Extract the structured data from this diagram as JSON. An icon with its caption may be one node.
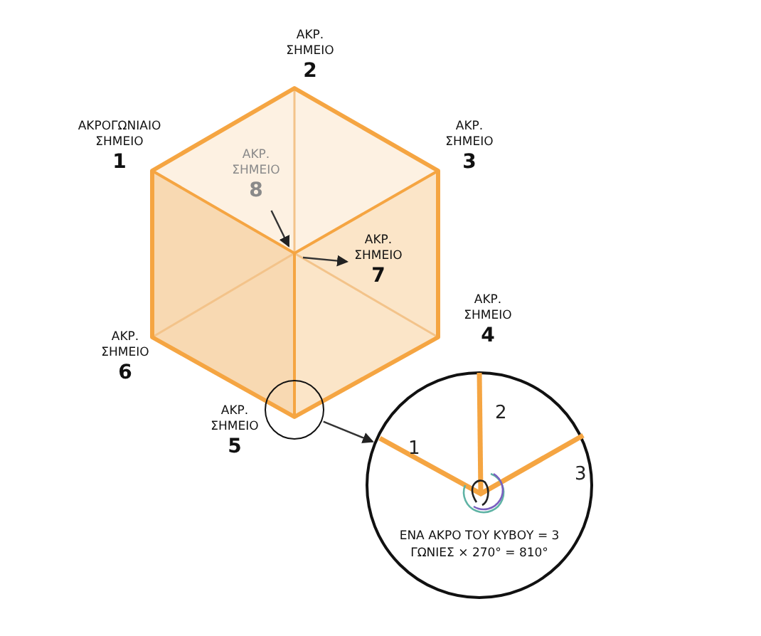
{
  "diagram": {
    "nodes": [
      {
        "text": [
          "ΑΚΡΟΓΩΝΙΑΙΟ ΣΗΜΕΙΟ",
          "1"
        ]
      },
      {
        "text": [
          "ΑΚΡ. ΣΗΜΕΙΟ",
          "2"
        ]
      },
      {
        "text": [
          "ΑΚΡ. ΣΗΜΕΙΟ",
          "3"
        ]
      },
      {
        "text": [
          "ΑΚΡ. ΣΗΜΕΙΟ",
          "8"
        ]
      },
      {
        "text": [
          "ΑΚΡ. ΣΗΜΕΙΟ",
          "7"
        ]
      },
      {
        "text": [
          "ΑΚΡ. ΣΗΜΕΙΟ",
          "4"
        ]
      },
      {
        "text": [
          "ΑΚΡ. ΣΗΜΕΙΟ",
          "6"
        ]
      },
      {
        "text": [
          "ΑΚΡ. ΣΗΜΕΙΟ",
          "5"
        ]
      },
      {
        "text": [],
        "shape": "circle"
      },
      {
        "text": [
          "ΕΝΑ ΑΚΡΟ ΤΟΥ ΚΥΒΟΥ = 3 ΓΩΝΙΕΣ × 270° = 810°"
        ]
      }
    ],
    "edges": [
      {
        "from": 3,
        "to": null,
        "arrow": "to"
      },
      {
        "from": null,
        "to": 4,
        "arrow": "to"
      },
      {
        "from": 8,
        "to": 9,
        "arrow": "to"
      }
    ],
    "labels": [
      "1",
      "2",
      "3"
    ]
  }
}
